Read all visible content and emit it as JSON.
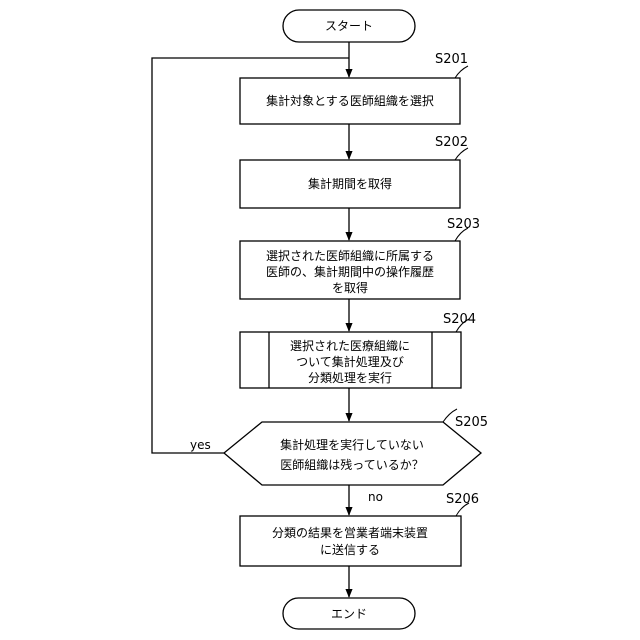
{
  "flowchart": {
    "start": "スタート",
    "end": "エンド",
    "steps": [
      {
        "id": "S201",
        "lines": [
          "集計対象とする医師組織を選択"
        ]
      },
      {
        "id": "S202",
        "lines": [
          "集計期間を取得"
        ]
      },
      {
        "id": "S203",
        "lines": [
          "選択された医師組織に所属する",
          "医師の、集計期間中の操作履歴",
          "を取得"
        ]
      },
      {
        "id": "S204",
        "lines": [
          "選択された医療組織に",
          "ついて集計処理及び",
          "分類処理を実行"
        ]
      },
      {
        "id": "S205",
        "lines": [
          "集計処理を実行していない",
          "医師組織は残っているか？"
        ]
      },
      {
        "id": "S206",
        "lines": [
          "分類の結果を営業者端末装置",
          "に送信する"
        ]
      }
    ],
    "edge_labels": {
      "yes": "yes",
      "no": "no"
    }
  }
}
